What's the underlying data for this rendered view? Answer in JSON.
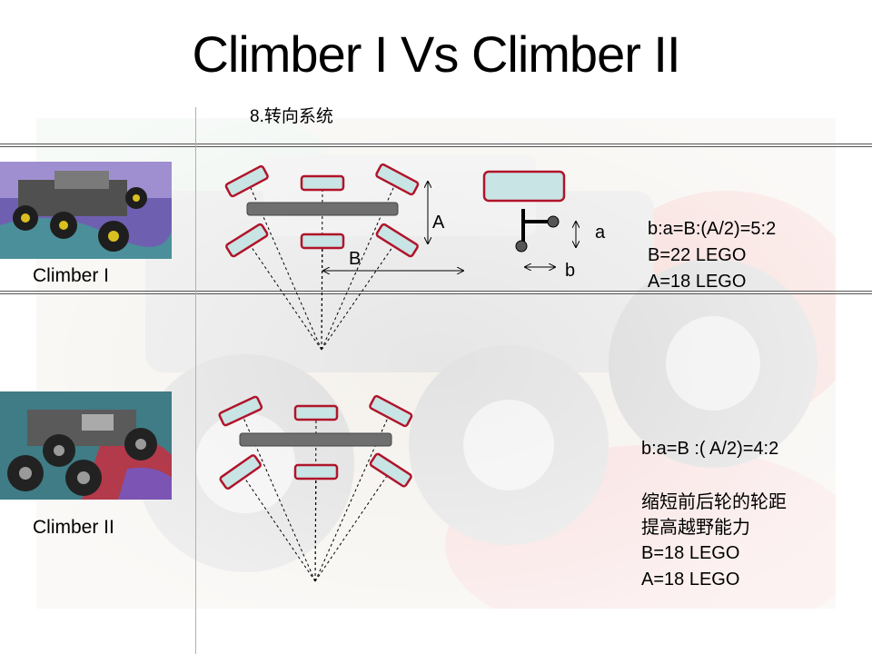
{
  "slide": {
    "title": "Climber I Vs Climber II",
    "subtitle": "8.转向系统"
  },
  "climber1": {
    "label": "Climber I",
    "diagram_labels": {
      "A": "A",
      "B": "B",
      "a": "a",
      "b": "b"
    },
    "notes": [
      "b:a=B:(A/2)=5:2",
      "B=22 LEGO",
      "A=18 LEGO"
    ]
  },
  "climber2": {
    "label": "Climber II",
    "notes": [
      "b:a=B :( A/2)=4:2",
      "缩短前后轮的轮距",
      "提高越野能力",
      "B=18 LEGO",
      "A=18 LEGO"
    ]
  },
  "colors": {
    "wheel_fill": "#c8e4e4",
    "wheel_stroke": "#b0142a",
    "axle": "#6f6f6f"
  }
}
